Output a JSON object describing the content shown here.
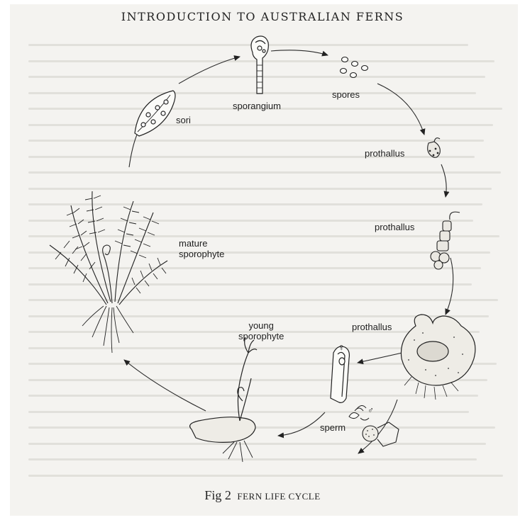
{
  "header": {
    "title": "INTRODUCTION TO AUSTRALIAN FERNS"
  },
  "diagram": {
    "stages": {
      "sori": "sori",
      "sporangium": "sporangium",
      "spores": "spores",
      "prothallus_1": "prothallus",
      "prothallus_2": "prothallus",
      "prothallus_3": "prothallus",
      "sperm": "sperm",
      "young_sporophyte": "young\nsporophyte",
      "mature_sporophyte": "mature\nsporophyte"
    },
    "symbols": {
      "female": "♀",
      "male": "♂"
    }
  },
  "caption": {
    "fig": "Fig 2",
    "text": "FERN LIFE CYCLE"
  }
}
